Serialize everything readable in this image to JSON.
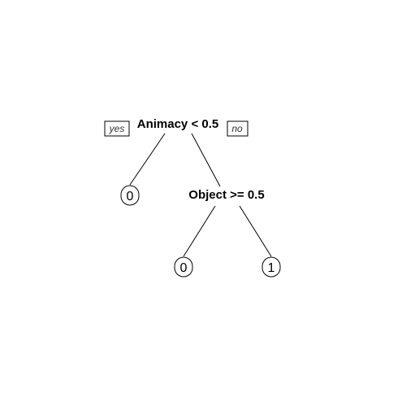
{
  "tree": {
    "root": {
      "label": "Animacy < 0.5"
    },
    "branch_labels": {
      "left": "yes",
      "right": "no"
    },
    "left_leaf": {
      "label": "0"
    },
    "right_node": {
      "label": "Object >= 0.5"
    },
    "right_left_leaf": {
      "label": "0"
    },
    "right_right_leaf": {
      "label": "1"
    }
  }
}
